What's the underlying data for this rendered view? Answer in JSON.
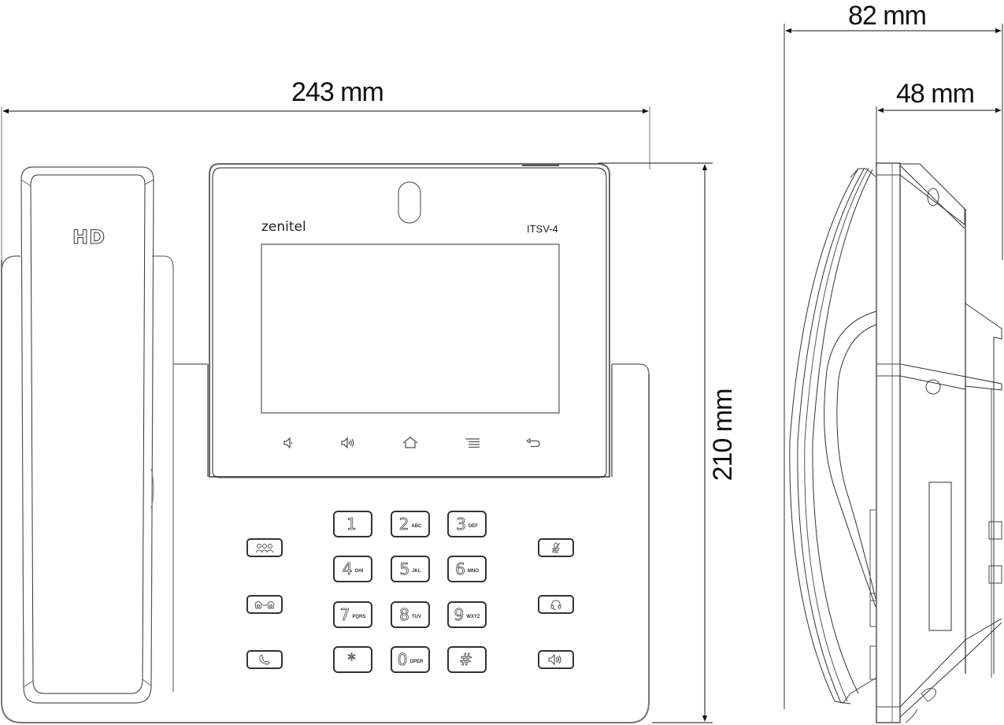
{
  "dimensions": {
    "width_front": "243 mm",
    "height": "210 mm",
    "depth_total": "82 mm",
    "depth_body": "48 mm"
  },
  "device": {
    "brand": "zenitel",
    "model": "ITSV-4",
    "handset_badge": "HD"
  },
  "soft_keys": [
    {
      "name": "volume-down-icon",
      "glyph": "🔈"
    },
    {
      "name": "volume-up-icon",
      "glyph": "🔊"
    },
    {
      "name": "home-icon",
      "glyph": "⌂"
    },
    {
      "name": "menu-icon",
      "glyph": "≡"
    },
    {
      "name": "back-icon",
      "glyph": "↩"
    }
  ],
  "keypad": [
    {
      "num": "1",
      "sub": ""
    },
    {
      "num": "2",
      "sub": "ABC"
    },
    {
      "num": "3",
      "sub": "DEF"
    },
    {
      "num": "4",
      "sub": "GHI"
    },
    {
      "num": "5",
      "sub": "JKL"
    },
    {
      "num": "6",
      "sub": "MNO"
    },
    {
      "num": "7",
      "sub": "PQRS"
    },
    {
      "num": "8",
      "sub": "TUV"
    },
    {
      "num": "9",
      "sub": "WXYZ"
    },
    {
      "num": "*",
      "sub": ""
    },
    {
      "num": "0",
      "sub": "OPER"
    },
    {
      "num": "#",
      "sub": ""
    }
  ],
  "left_function_keys": [
    {
      "name": "conference-icon",
      "glyph": "👥"
    },
    {
      "name": "transfer-icon",
      "glyph": "☎→☎"
    },
    {
      "name": "call-icon",
      "glyph": "✆"
    }
  ],
  "right_function_keys": [
    {
      "name": "mute-icon",
      "glyph": "🎙̸"
    },
    {
      "name": "headset-icon",
      "glyph": "🎧"
    },
    {
      "name": "speaker-icon",
      "glyph": "🔊"
    }
  ]
}
